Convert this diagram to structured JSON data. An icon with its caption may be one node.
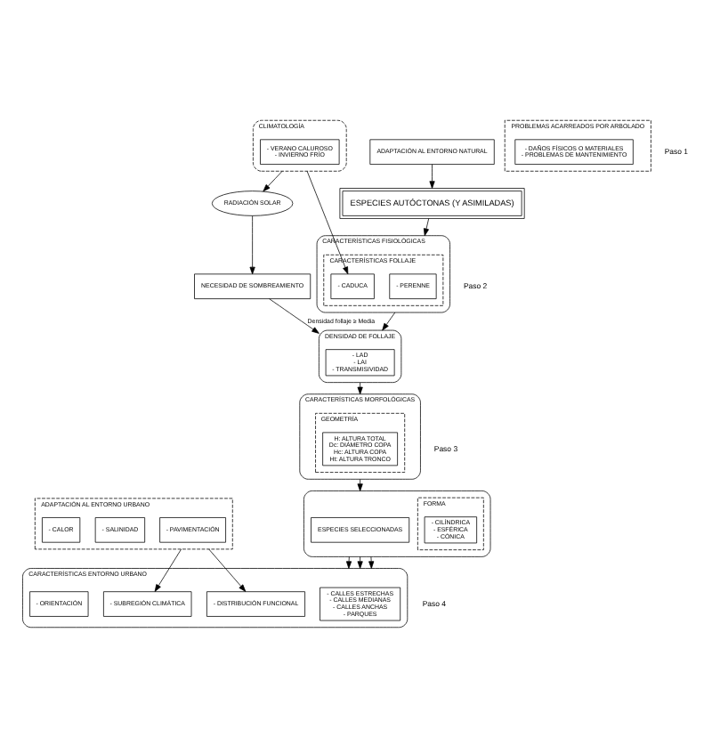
{
  "diagram": {
    "nodes": [
      {
        "text": [
          "ESPECIES AUTÓCTONAS (Y ASIMILADAS)"
        ]
      },
      {
        "text": [
          "ADAPTACIÓN AL ENTORNO NATURAL"
        ]
      },
      {
        "text": [
          "CARACTERÍSTICAS FISIOLÓGICAS"
        ]
      },
      {
        "text": [
          "CARACTERÍSTICAS FOLLAJE"
        ],
        "in": 2
      },
      {
        "text": [
          "- PERENNE"
        ],
        "in": 3
      },
      {
        "text": [
          "- CADUCA"
        ],
        "in": 3
      },
      {
        "text": [
          "CLIMATOLOGÍA"
        ]
      },
      {
        "text": [
          "- VERANO CALUROSO",
          "- INVIERNO FRÍO"
        ],
        "in": 6
      },
      {
        "text": [
          "DENSIDAD DE FOLLAJE"
        ]
      },
      {
        "text": [
          "- LAD",
          "- LAI",
          "- TRANSMISIVIDAD"
        ],
        "in": 8
      },
      {
        "text": [
          "NECESIDAD DE SOMBREAMIENTO"
        ]
      },
      {
        "text": [
          "RADIACIÓN SOLAR"
        ]
      },
      {
        "text": [
          "CARACTERÍSTICAS MORFOLÓGICAS"
        ]
      },
      {
        "text": [
          "GEOMETRÍA"
        ],
        "in": 12
      },
      {
        "text": [
          "H: ALTURA TOTAL",
          "Dc: DIÁMETRO COPA",
          "Hc: ALTURA COPA",
          "Ht: ALTURA TRONCO"
        ],
        "in": 13
      },
      {
        "text": [
          "PROBLEMAS ACARREADOS POR ARBOLADO"
        ]
      },
      {
        "text": [
          "- DAÑOS FÍSICOS O MATERIALES",
          "- PROBLEMAS DE MANTENIMIENTO"
        ],
        "in": 15
      },
      {
        "text": [],
        "shape": "box"
      },
      {
        "text": [
          "ESPECIES SELECCIONADAS"
        ],
        "in": 17
      },
      {
        "text": [
          "FORMA"
        ],
        "in": 17
      },
      {
        "text": [
          "- CILÍNDRICA",
          "- ESFÉRICA",
          "- CÓNICA"
        ],
        "in": 19
      },
      {
        "text": [
          "CARACTERÍSTICAS ENTORNO URBANO"
        ]
      },
      {
        "text": [
          "- CALLES ESTRECHAS",
          "- CALLES MEDIANAS",
          "- CALLES ANCHAS",
          "- PARQUES"
        ],
        "in": 21
      },
      {
        "text": [
          "- DISTRIBUCIÓN FUNCIONAL"
        ],
        "in": 21
      },
      {
        "text": [
          "- SUBREGIÓN CLIMÁTICA"
        ],
        "in": 21
      },
      {
        "text": [
          "- ORIENTACIÓN"
        ],
        "in": 21
      },
      {
        "text": [
          "ADAPTACIÓN AL ENTORNO URBANO"
        ]
      },
      {
        "text": [
          "- PAVIMENTACIÓN"
        ],
        "in": 26
      },
      {
        "text": [
          "- SALINIDAD"
        ],
        "in": 26
      },
      {
        "text": [
          "- CALOR"
        ],
        "in": 26
      }
    ],
    "edges": [
      {
        "from": 1,
        "to": 0,
        "arrow": "to"
      },
      {
        "from": 0,
        "to": 2,
        "arrow": "to"
      },
      {
        "from": 6,
        "to": 5,
        "arrow": "to"
      },
      {
        "from": 2,
        "to": 8,
        "arrow": "to"
      },
      {
        "from": 6,
        "to": 11,
        "arrow": "to"
      },
      {
        "from": 11,
        "to": 10,
        "arrow": "to"
      },
      {
        "from": 10,
        "to": 8,
        "arrow": "to",
        "label": "Densidad follaje ≥ Media"
      },
      {
        "from": 8,
        "to": 12,
        "arrow": "to"
      },
      {
        "from": 12,
        "to": 17,
        "arrow": "to"
      },
      {
        "from": 17,
        "to": 21,
        "arrow": "to"
      },
      {
        "from": 17,
        "to": 21,
        "arrow": "to"
      },
      {
        "from": 17,
        "to": 21,
        "arrow": "to"
      },
      {
        "from": 26,
        "to": 23,
        "arrow": "to"
      },
      {
        "from": 26,
        "to": 24,
        "arrow": "to"
      }
    ],
    "labels": [
      "Paso 1",
      "Paso 2",
      "Paso 3",
      "Paso 4"
    ]
  }
}
